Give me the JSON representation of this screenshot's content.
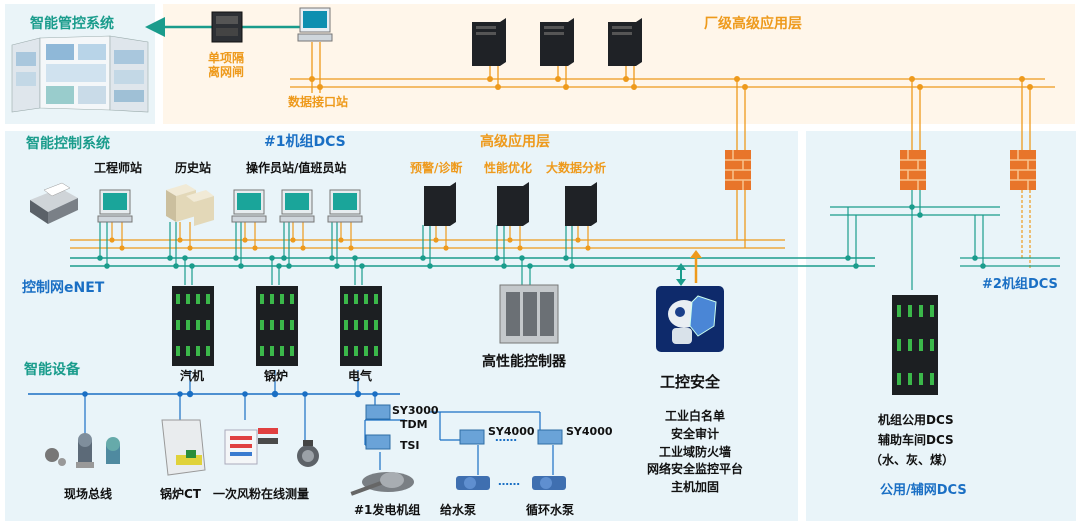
{
  "colors": {
    "teal": "#1a9c8c",
    "blue": "#1a6fc4",
    "orange": "#ee9a1c",
    "panel": "#e8f3f8",
    "top_panel": "#fff6ea"
  },
  "top": {
    "mgmt_system": "智能管控系统",
    "isolation": "单项隔\n离网闸",
    "data_station": "数据接口站",
    "plant_layer": "厂级高级应用层"
  },
  "left": {
    "control_system": "智能控制系统",
    "unit1_dcs": "#1机组DCS",
    "adv_layer": "高级应用层",
    "eng_station": "工程师站",
    "history_station": "历史站",
    "operator_station": "操作员站/值班员站",
    "warning": "预警/诊断",
    "perf": "性能优化",
    "bigdata": "大数据分析",
    "enet": "控制网eNET",
    "turbine": "汽机",
    "boiler": "锅炉",
    "electric": "电气",
    "hp_controller": "高性能控制器",
    "ics_security": "工控安全",
    "security_items": [
      "工业白名单",
      "安全审计",
      "工业域防火墙",
      "网络安全监控平台",
      "主机加固"
    ],
    "smart_devices": "智能设备",
    "field_bus": "现场总线",
    "boiler_ct": "锅炉CT",
    "coal_powder": "一次风粉在线测量",
    "sy3000": "SY3000",
    "tdm": "TDM",
    "tsi": "TSI",
    "gen1": "#1发电机组",
    "sy4000_a": "SY4000",
    "sy4000_b": "SY4000",
    "feed_pump": "给水泵",
    "circ_pump": "循环水泵",
    "dots": "……"
  },
  "right": {
    "unit2_dcs": "#2机组DCS",
    "common_dcs": "机组公用DCS",
    "aux_dcs": "辅助车间DCS",
    "aux_detail": "（水、灰、煤）",
    "common_net": "公用/辅网DCS"
  }
}
